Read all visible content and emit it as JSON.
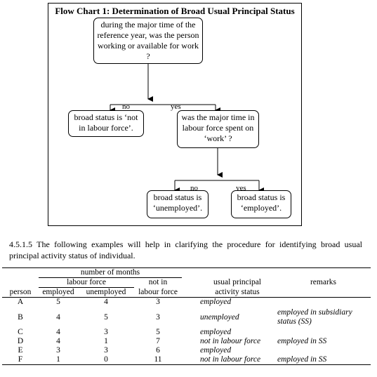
{
  "flowchart": {
    "title": "Flow Chart 1:  Determination of Broad Usual Principal Status",
    "q1": "during the major time of the reference year, was the person working or available for work ?",
    "no1": "no",
    "yes1": "yes",
    "box_not_lf": "broad status is ‘not in labour force’.",
    "q2": "was the major time in labour force spent on ‘work’ ?",
    "no2": "no",
    "yes2": "yes",
    "box_unemp": "broad status is ‘unemployed’.",
    "box_emp": "broad status is ‘employed’."
  },
  "paragraph": "4.5.1.5   The following examples will help in clarifying the procedure for identifying broad usual principal activity status of individual.",
  "table": {
    "h_number_of_months": "number of months",
    "h_labour_force": "labour force",
    "h_not_in": "not in",
    "h_labour_force2": "labour force",
    "h_usual_principal": "usual principal",
    "h_activity_status": "activity status",
    "h_remarks": "remarks",
    "h_person": "person",
    "h_employed": "employed",
    "h_unemployed": "unemployed",
    "rows": [
      {
        "person": "A",
        "employed": "5",
        "unemployed": "4",
        "not_in_lf": "3",
        "status": "employed",
        "remarks": ""
      },
      {
        "person": "B",
        "employed": "4",
        "unemployed": "5",
        "not_in_lf": "3",
        "status": "unemployed",
        "remarks": "employed in subsidiary status (SS)"
      },
      {
        "person": "C",
        "employed": "4",
        "unemployed": "3",
        "not_in_lf": "5",
        "status": "employed",
        "remarks": ""
      },
      {
        "person": "D",
        "employed": "4",
        "unemployed": "1",
        "not_in_lf": "7",
        "status": "not in labour  force",
        "remarks": "employed in  SS"
      },
      {
        "person": "E",
        "employed": "3",
        "unemployed": "3",
        "not_in_lf": "6",
        "status": "employed",
        "remarks": ""
      },
      {
        "person": "F",
        "employed": "1",
        "unemployed": "0",
        "not_in_lf": "11",
        "status": "not in labour force",
        "remarks": "employed in SS"
      }
    ]
  }
}
